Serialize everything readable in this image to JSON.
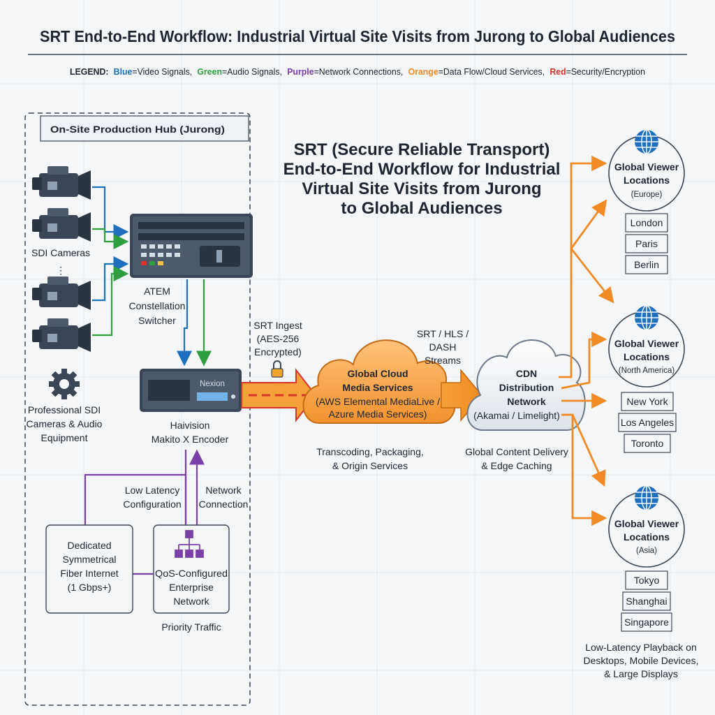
{
  "title": "SRT End-to-End Workflow: Industrial Virtual Site Visits from Jurong to Global Audiences",
  "legend": {
    "prefix": "LEGEND:",
    "items": [
      {
        "name": "Blue",
        "meaning": "=Video Signals,",
        "color": "#1f6fbf"
      },
      {
        "name": "Green",
        "meaning": "=Audio Signals,",
        "color": "#2e9e3f"
      },
      {
        "name": "Purple",
        "meaning": "=Network Connections,",
        "color": "#7b3fa8"
      },
      {
        "name": "Orange",
        "meaning": "=Data Flow/Cloud Services,",
        "color": "#f08a24"
      },
      {
        "name": "Red",
        "meaning": "=Security/Encryption",
        "color": "#d9342b"
      }
    ]
  },
  "hub": {
    "title": "On-Site Production Hub (Jurong)",
    "cameras_label": "SDI Cameras",
    "ellipsis": "⋮",
    "switcher_label": [
      "ATEM",
      "Constellation",
      "Switcher"
    ],
    "equipment_label": [
      "Professional SDI",
      "Cameras & Audio",
      "Equipment"
    ],
    "encoder_brand": "Nexion",
    "encoder_label": [
      "Haivision",
      "Makito X Encoder"
    ],
    "low_latency": [
      "Low Latency",
      "Configuration"
    ],
    "network_connection": [
      "Network",
      "Connection"
    ],
    "fiber": [
      "Dedicated",
      "Symmetrical",
      "Fiber Internet",
      "(1 Gbps+)"
    ],
    "qos": [
      "QoS-Configured",
      "Enterprise",
      "Network"
    ],
    "priority": "Priority Traffic"
  },
  "heading": [
    "SRT (Secure Reliable Transport)",
    "End-to-End Workflow for Industrial",
    "Virtual Site Visits from Jurong",
    "to Global Audiences"
  ],
  "ingest": [
    "SRT Ingest",
    "(AES-256",
    "Encrypted)"
  ],
  "cloud": {
    "title": [
      "Global Cloud",
      "Media Services"
    ],
    "sub": [
      "(AWS Elemental MediaLive /",
      "Azure Media Services)"
    ],
    "caption": [
      "Transcoding, Packaging,",
      "& Origin Services"
    ]
  },
  "streams": [
    "SRT / HLS /",
    "DASH",
    "Streams"
  ],
  "cdn": {
    "title": [
      "CDN",
      "Distribution",
      "Network"
    ],
    "sub": "(Akamai / Limelight)",
    "caption": [
      "Global Content Delivery",
      "& Edge Caching"
    ]
  },
  "regions": [
    {
      "title": [
        "Global Viewer",
        "Locations"
      ],
      "region": "(Europe)",
      "cities": [
        "London",
        "Paris",
        "Berlin"
      ]
    },
    {
      "title": [
        "Global Viewer",
        "Locations"
      ],
      "region": "(North America)",
      "cities": [
        "New York",
        "Los Angeles",
        "Toronto"
      ]
    },
    {
      "title": [
        "Global Viewer",
        "Locations"
      ],
      "region": "(Asia)",
      "cities": [
        "Tokyo",
        "Shanghai",
        "Singapore"
      ]
    }
  ],
  "playback": [
    "Low-Latency Playback on",
    "Desktops, Mobile Devices,",
    "& Large Displays"
  ],
  "colors": {
    "video": "#1f6fbf",
    "audio": "#2e9e3f",
    "network": "#7b3fa8",
    "data": "#f08a24",
    "security": "#d9342b",
    "device": "#3a4656",
    "globe": "#1f6fbf"
  },
  "icons": [
    "camera-icon",
    "gear-icon",
    "network-icon",
    "globe-icon",
    "lock-icon",
    "cloud-icon"
  ]
}
